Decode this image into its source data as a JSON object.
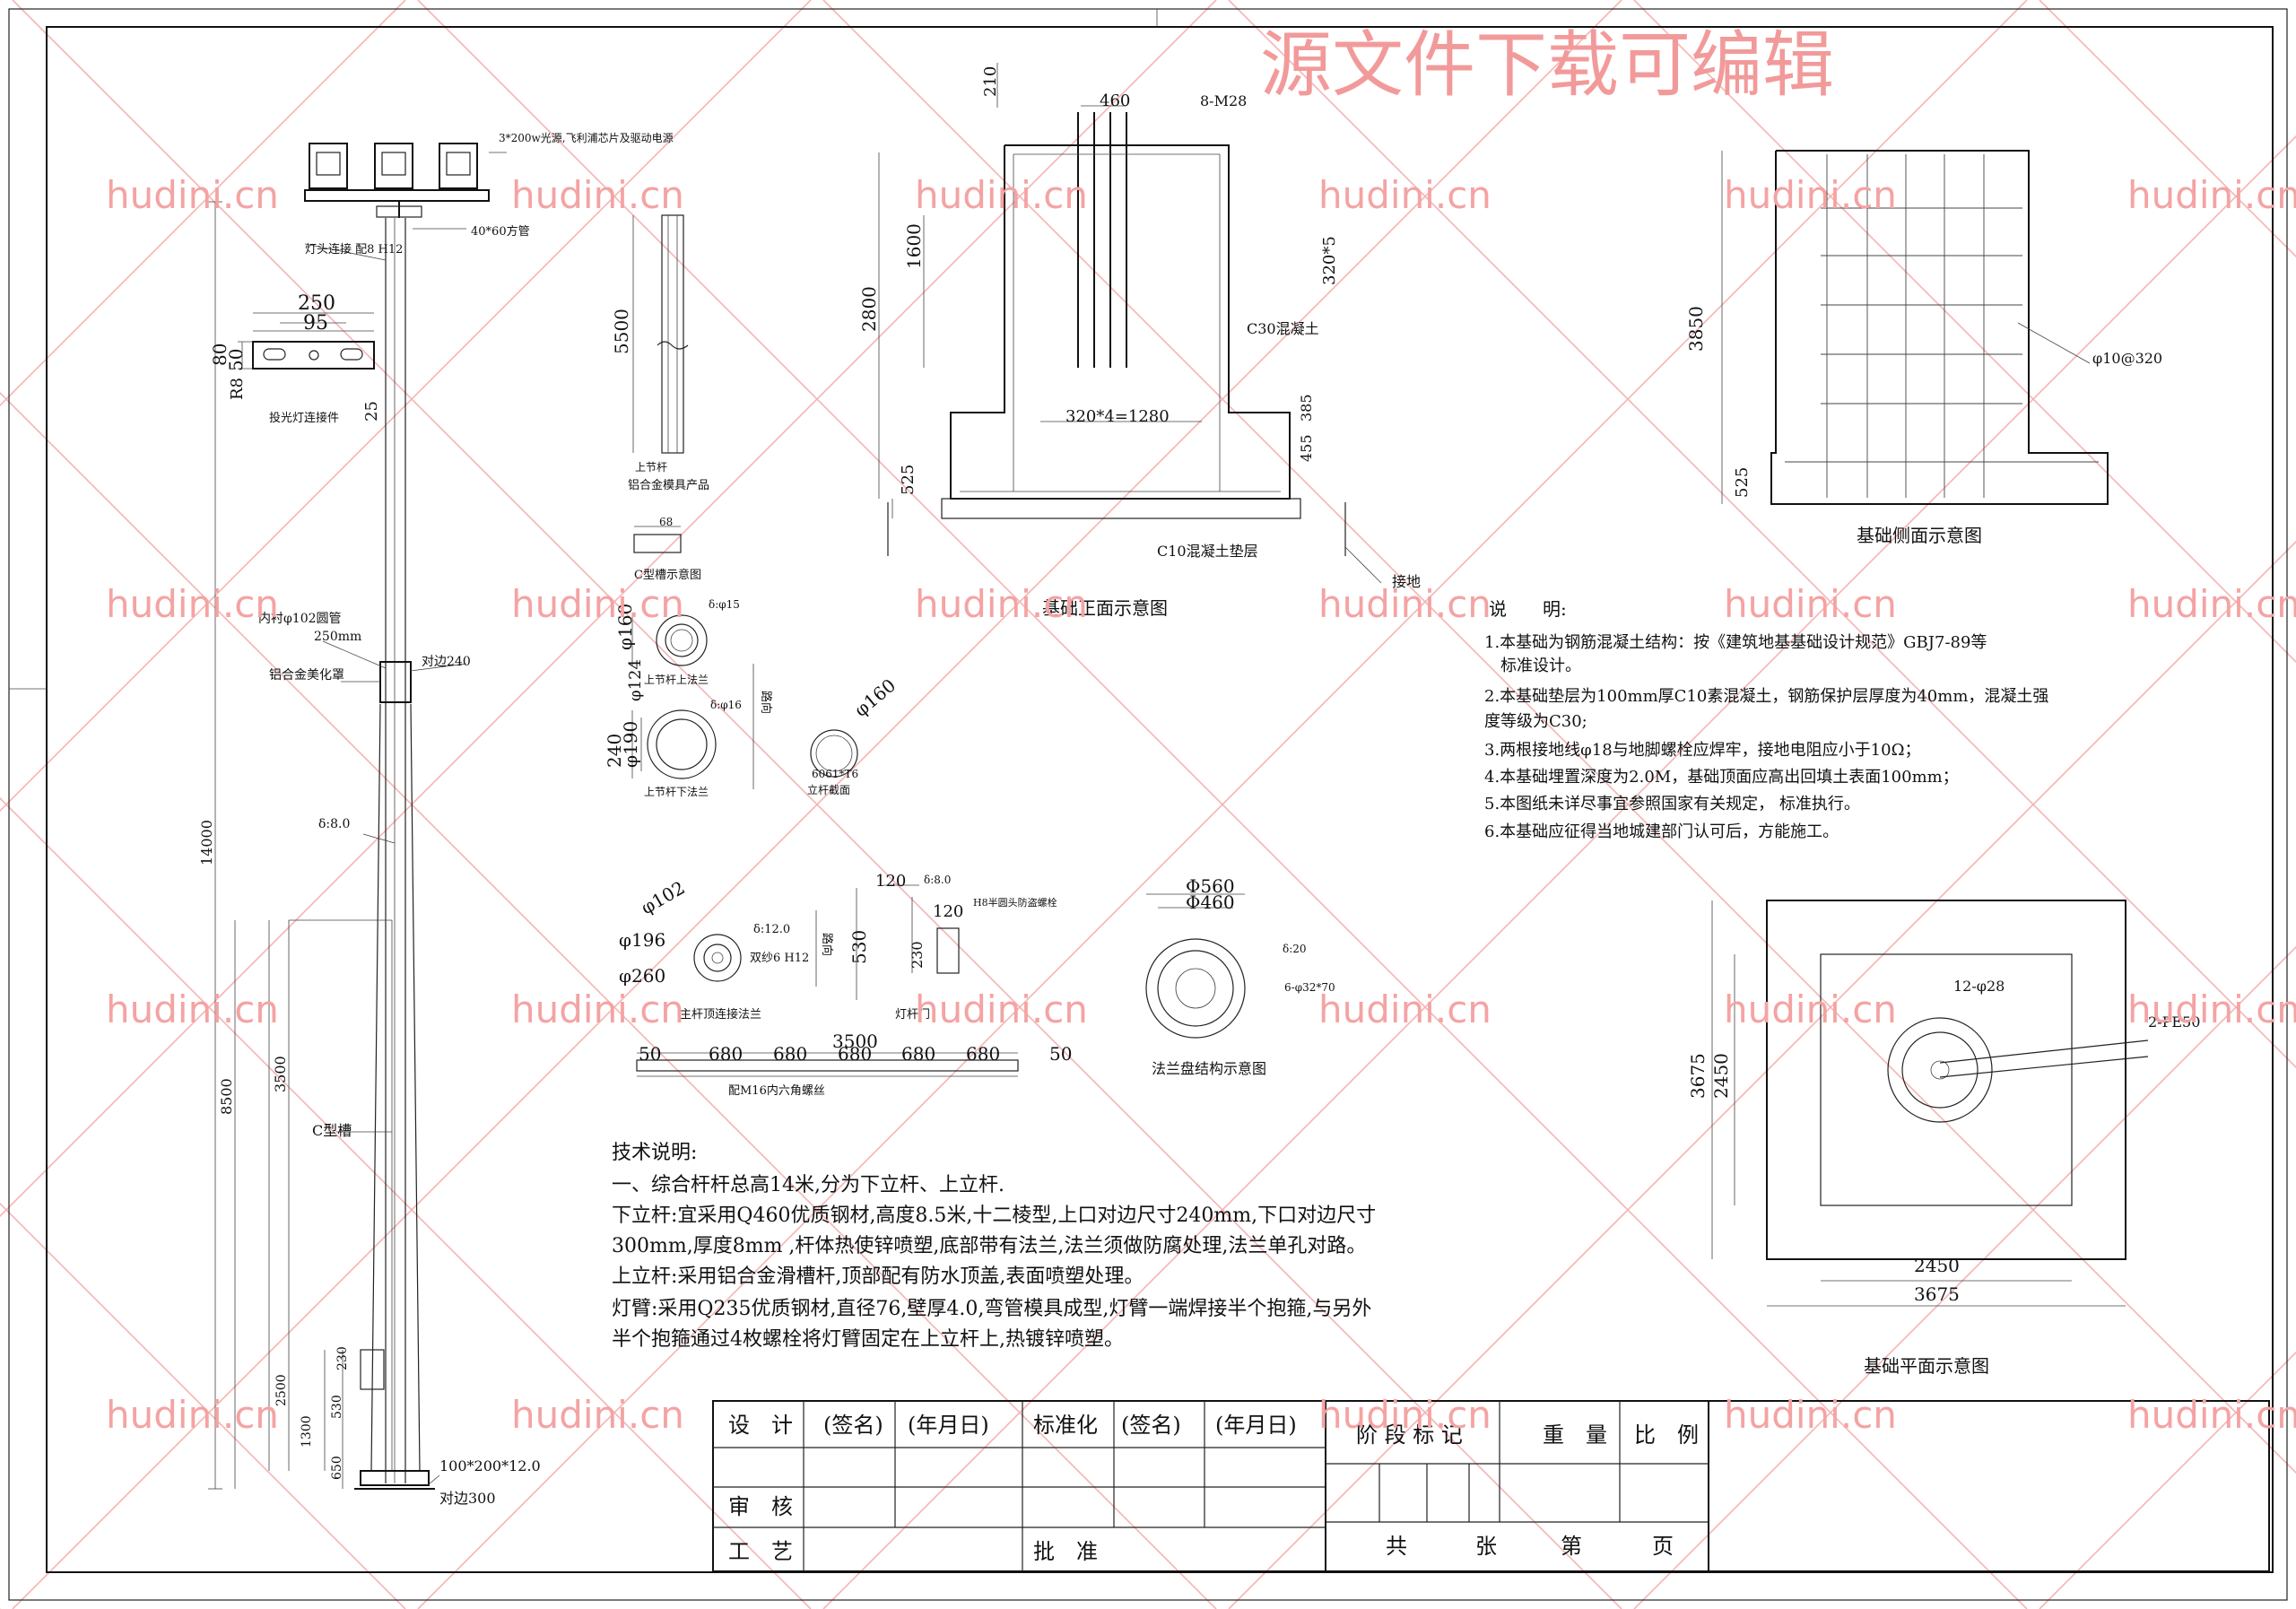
{
  "watermark": {
    "banner": "源文件下载可编辑",
    "site": "hudini.cn"
  },
  "pole_elevation": {
    "lamp_note": "3*200w光源,飞利浦芯片及驱动电源",
    "tube_note": "40*60方管",
    "head_joint_note": "灯头连接 配8 H12",
    "dim_250": "250",
    "dim_95": "95",
    "dim_80": "80",
    "dim_50": "50",
    "dim_r80": "R8",
    "lamp_bracket_note": "投光灯连接件",
    "dim_25": "25",
    "inner_tube_note": "内衬φ102圆管",
    "dim_250mm": "250mm",
    "cover_note": "铝合金美化罩",
    "flat_240": "对边240",
    "thickness_8": "δ:8.0",
    "total_height": "14000",
    "lower_height": "8500",
    "channel_3500": "3500",
    "c_channel": "C型槽",
    "door_230": "230",
    "door_530": "530",
    "dim_2500": "2500",
    "dim_1300": "1300",
    "dim_650": "650",
    "base_plate": "100*200*12.0",
    "flat_300": "对边300"
  },
  "details": {
    "upper_5500": "5500",
    "upper_label": "上节杆",
    "profile_label": "铝合金模具产品",
    "channel_68": "68",
    "channel_label": "C型槽示意图",
    "phi160": "φ160",
    "phi124": "φ124",
    "delta15": "δ:φ15",
    "upper_flange_top": "上节杆上法兰",
    "delta16": "δ:φ16",
    "phi240": "240",
    "phi190": "φ190",
    "upper_flange_bottom": "上节杆下法兰",
    "road_dir": "路向",
    "phi160b": "φ160",
    "section_spec": "6061*T6",
    "section_label": "立杆截面",
    "phi102": "φ102",
    "phi196": "φ196",
    "phi260": "φ260",
    "delta12": "δ:12.0",
    "bolt_note": "双纱6 H12",
    "main_flange_label": "主杆顶连接法兰",
    "road_dir2": "路向",
    "d120a": "120",
    "d8": "δ:8.0",
    "d120b": "120",
    "bolt_h8": "H8半圆头防盗螺栓",
    "d530": "530",
    "d230": "230",
    "door_label": "灯杆门",
    "phi560": "Φ560",
    "phi460": "Φ460",
    "d20": "δ:20",
    "phi32": "6-φ32*70",
    "flange_struct_label": "法兰盘结构示意图",
    "bar_3500": "3500",
    "bar_50a": "50",
    "bar_680": [
      "680",
      "680",
      "680",
      "680",
      "680"
    ],
    "bar_50b": "50",
    "bar_label": "配M16内六角螺丝"
  },
  "foundation_elevation": {
    "d210": "210",
    "d460": "460",
    "bolts": "8-M28",
    "d1600": "1600",
    "d2800": "2800",
    "d320x5": "320*5",
    "c30": "C30混凝土",
    "d320x4": "320*4=1280",
    "d385": "385",
    "d455": "455",
    "d525": "525",
    "c10": "C10混凝土垫层",
    "ground": "接地",
    "title": "基础正面示意图"
  },
  "foundation_side": {
    "d3850": "3850",
    "rebar": "φ10@320",
    "d525": "525",
    "title": "基础侧面示意图"
  },
  "notes": {
    "heading": "说　　明:",
    "lines": [
      "1.本基础为钢筋混凝土结构：按《建筑地基基础设计规范》GBJ7-89等",
      "　标准设计。",
      "2.本基础垫层为100mm厚C10素混凝土，钢筋保护层厚度为40mm，混凝土强",
      "度等级为C30;",
      "3.两根接地线φ18与地脚螺栓应焊牢，接地电阻应小于10Ω；",
      "4.本基础埋置深度为2.0M，基础顶面应高出回填土表面100mm；",
      "5.本图纸未详尽事宜参照国家有关规定，  标准执行。",
      "6.本基础应征得当地城建部门认可后，方能施工。"
    ]
  },
  "foundation_plan": {
    "holes": "12-φ28",
    "pe": "2-PE50",
    "d3675v": "3675",
    "d2450v": "2450",
    "d2450h": "2450",
    "d3675h": "3675",
    "title": "基础平面示意图"
  },
  "tech": {
    "heading": "技术说明:",
    "lines": [
      "一、综合杆杆总高14米,分为下立杆、上立杆.",
      "下立杆:宜采用Q460优质钢材,高度8.5米,十二棱型,上口对边尺寸240mm,下口对边尺寸",
      "300mm,厚度8mm ,杆体热使锌喷塑,底部带有法兰,法兰须做防腐处理,法兰单孔对路。",
      "上立杆:采用铝合金滑槽杆,顶部配有防水顶盖,表面喷塑处理。",
      "灯臂:采用Q235优质钢材,直径76,壁厚4.0,弯管模具成型,灯臂一端焊接半个抱箍,与另外",
      "半个抱箍通过4枚螺栓将灯臂固定在上立杆上,热镀锌喷塑。"
    ]
  },
  "title_block": {
    "design": "设　计",
    "sign1": "(签名)",
    "date1": "(年月日)",
    "standard": "标准化",
    "sign2": "(签名)",
    "date2": "(年月日)",
    "stage": "阶 段 标 记",
    "weight": "重　量",
    "scale": "比　例",
    "review": "审　核",
    "process": "工　艺",
    "approve": "批　准",
    "total": "共",
    "sheets": "张",
    "no": "第",
    "page": "页"
  }
}
